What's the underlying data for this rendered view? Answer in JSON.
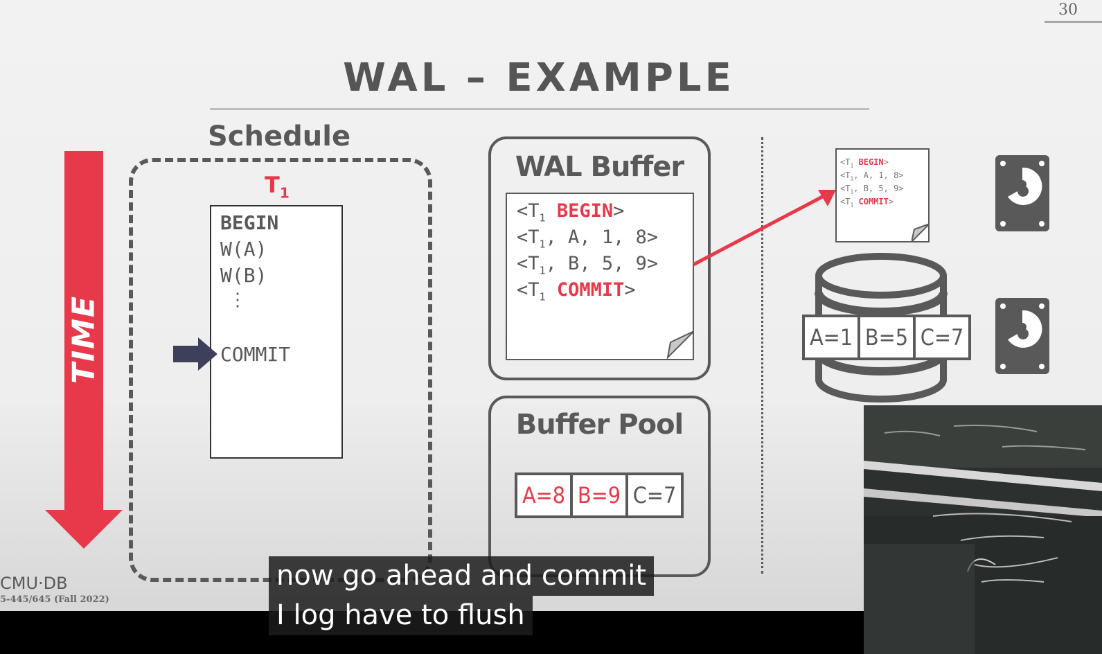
{
  "slide": {
    "number": "30",
    "title": "WAL – EXAMPLE",
    "time_label": "TIME",
    "footer": {
      "logo": "CMU·DB",
      "course": "5-445/645 (Fall 2022)"
    }
  },
  "schedule": {
    "label": "Schedule",
    "txn_name": "T",
    "txn_sub": "1",
    "ops": [
      "BEGIN",
      "W(A)",
      "W(B)",
      "⋮",
      "COMMIT"
    ],
    "current_op": "COMMIT"
  },
  "wal_buffer": {
    "title": "WAL Buffer",
    "records": [
      {
        "prefix": "<T",
        "sub": "1",
        "mid": " ",
        "keyword": "BEGIN",
        "suffix": ">"
      },
      {
        "prefix": "<T",
        "sub": "1",
        "mid": ", A, 1, 8>",
        "keyword": "",
        "suffix": ""
      },
      {
        "prefix": "<T",
        "sub": "1",
        "mid": ", B, 5, 9>",
        "keyword": "",
        "suffix": ""
      },
      {
        "prefix": "<T",
        "sub": "1",
        "mid": " ",
        "keyword": "COMMIT",
        "suffix": ">"
      }
    ]
  },
  "buffer_pool": {
    "title": "Buffer Pool",
    "cells": [
      {
        "text": "A=8",
        "dirty": true
      },
      {
        "text": "B=9",
        "dirty": true
      },
      {
        "text": "C=7",
        "dirty": false
      }
    ]
  },
  "disk": {
    "log_records": [
      {
        "prefix": "<T",
        "sub": "1",
        "mid": " ",
        "keyword": "BEGIN",
        "suffix": ">"
      },
      {
        "prefix": "<T",
        "sub": "1",
        "mid": ", A, 1, 8>",
        "keyword": "",
        "suffix": ""
      },
      {
        "prefix": "<T",
        "sub": "1",
        "mid": ", B, 5, 9>",
        "keyword": "",
        "suffix": ""
      },
      {
        "prefix": "<T",
        "sub": "1",
        "mid": " ",
        "keyword": "COMMIT",
        "suffix": ">"
      }
    ],
    "db_cells": [
      "A=1",
      "B=5",
      "C=7"
    ]
  },
  "captions": [
    "now go ahead and commit",
    "I log have to flush"
  ],
  "colors": {
    "accent": "#e8394a",
    "ink": "#595959",
    "pointer": "#3e3f5b"
  }
}
